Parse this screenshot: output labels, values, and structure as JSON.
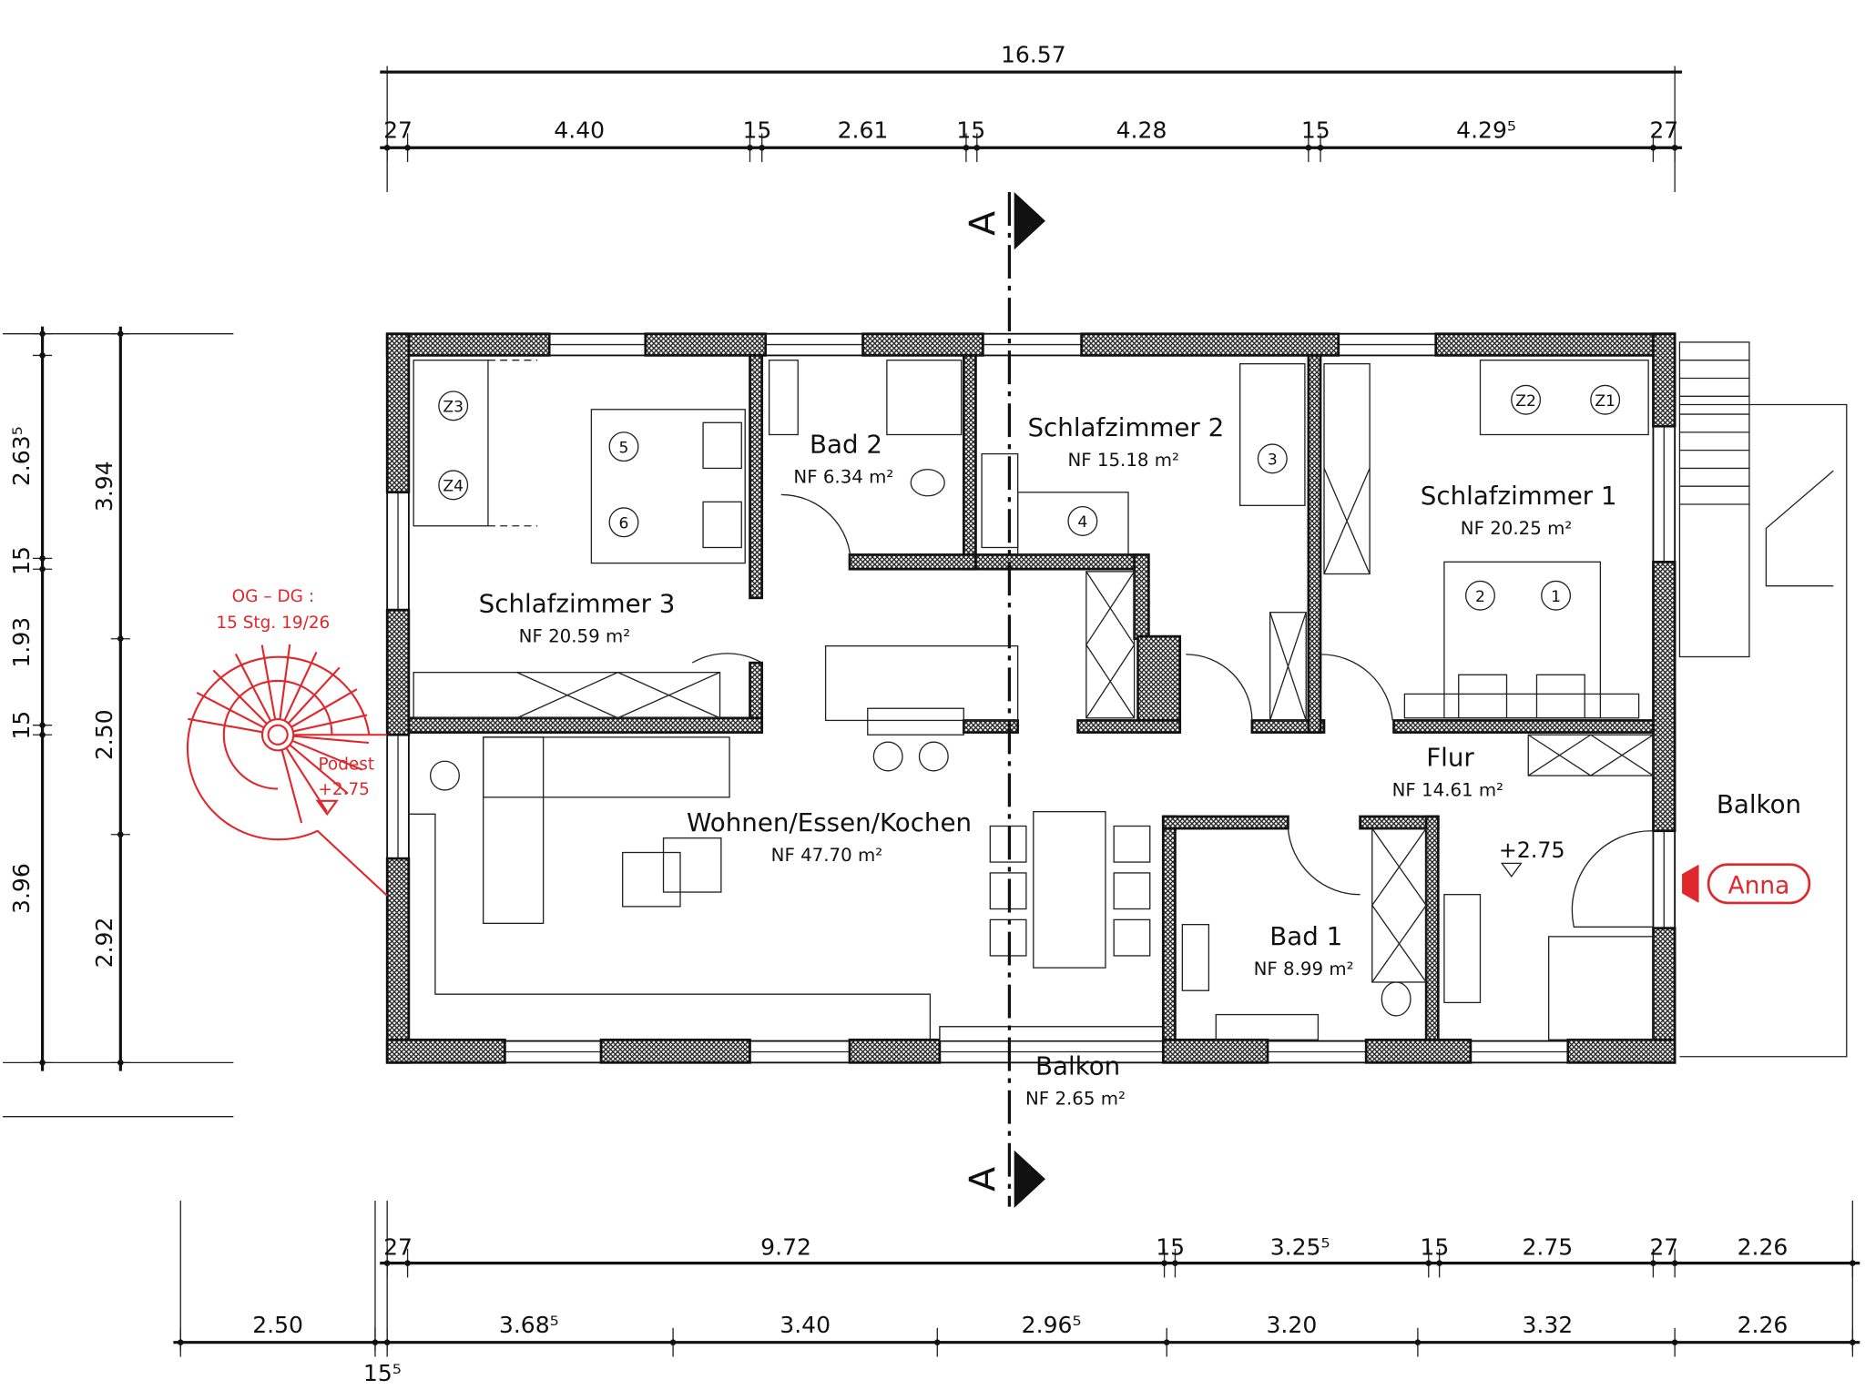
{
  "dimensions": {
    "top_total": "16.57",
    "top": [
      "27",
      "4.40",
      "15",
      "2.61",
      "15",
      "4.28",
      "15",
      "4.29⁵",
      "27"
    ],
    "bottom_row1": [
      "27",
      "9.72",
      "15",
      "3.25⁵",
      "15",
      "2.75",
      "27",
      "2.26"
    ],
    "bottom_row2": [
      "2.50",
      "3.68⁵",
      "3.40",
      "2.96⁵",
      "3.20",
      "3.32",
      "2.26"
    ],
    "bottom_extra": "15⁵",
    "left_outer": [
      "2.63⁵",
      "15",
      "1.93",
      "15",
      "3.96"
    ],
    "left_inner": [
      "3.94",
      "2.50",
      "2.92"
    ]
  },
  "section_marker": "A",
  "rooms": [
    {
      "name": "Schlafzimmer 3",
      "area": "NF 20.59 m²"
    },
    {
      "name": "Bad 2",
      "area": "NF 6.34 m²"
    },
    {
      "name": "Schlafzimmer 2",
      "area": "NF 15.18 m²"
    },
    {
      "name": "Schlafzimmer 1",
      "area": "NF 20.25 m²"
    },
    {
      "name": "Wohnen/Essen/Kochen",
      "area": "NF 47.70 m²"
    },
    {
      "name": "Flur",
      "area": "NF 14.61 m²"
    },
    {
      "name": "Bad 1",
      "area": "NF 8.99 m²"
    },
    {
      "name": "Balkon",
      "area": "NF 2.65 m²"
    },
    {
      "name": "Balkon",
      "area": ""
    }
  ],
  "stair": {
    "note_line1": "OG – DG :",
    "note_line2": "15 Stg. 19/26",
    "landing": "Podest",
    "landing_level": "+2.75"
  },
  "floor_level": "+2.75",
  "entry_label": "Anna",
  "furniture_labels": [
    "Z3",
    "Z4",
    "5",
    "6",
    "3",
    "4",
    "Z2",
    "Z1",
    "2",
    "1"
  ],
  "colors": {
    "annotation": "#e0272b",
    "line": "#111111"
  }
}
